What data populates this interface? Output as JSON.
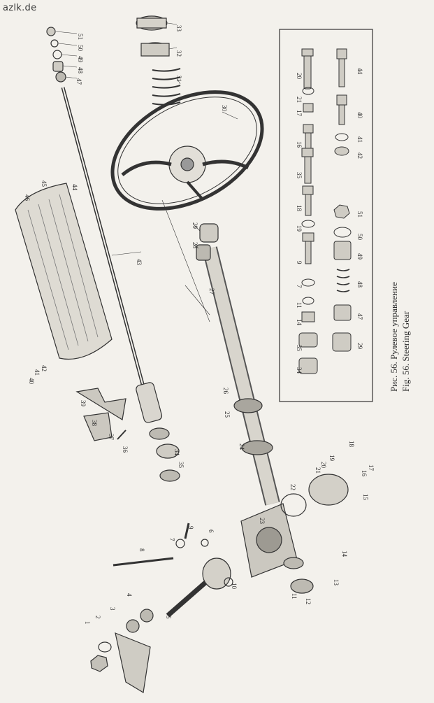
{
  "watermark": "azlk.de",
  "caption": {
    "ru": "Рис. 56. Рулевое управление",
    "en": "Fig. 56. Steering Gear"
  },
  "callouts": [
    "1",
    "2",
    "3",
    "4",
    "5",
    "6",
    "7",
    "8",
    "9",
    "10",
    "11",
    "12",
    "13",
    "14",
    "15",
    "16",
    "17",
    "18",
    "19",
    "20",
    "21",
    "22",
    "23",
    "24",
    "25",
    "26",
    "27",
    "28",
    "29",
    "30",
    "31",
    "32",
    "33",
    "34",
    "35",
    "36",
    "37",
    "38",
    "39",
    "40",
    "41",
    "42",
    "43",
    "44",
    "45",
    "46",
    "47",
    "48",
    "49",
    "50",
    "51"
  ],
  "inset_callouts": [
    "20",
    "21",
    "17",
    "16",
    "35",
    "18",
    "19",
    "9",
    "7",
    "11",
    "14",
    "35",
    "34",
    "44",
    "40",
    "41",
    "42",
    "51",
    "50",
    "49",
    "48",
    "47",
    "29"
  ]
}
